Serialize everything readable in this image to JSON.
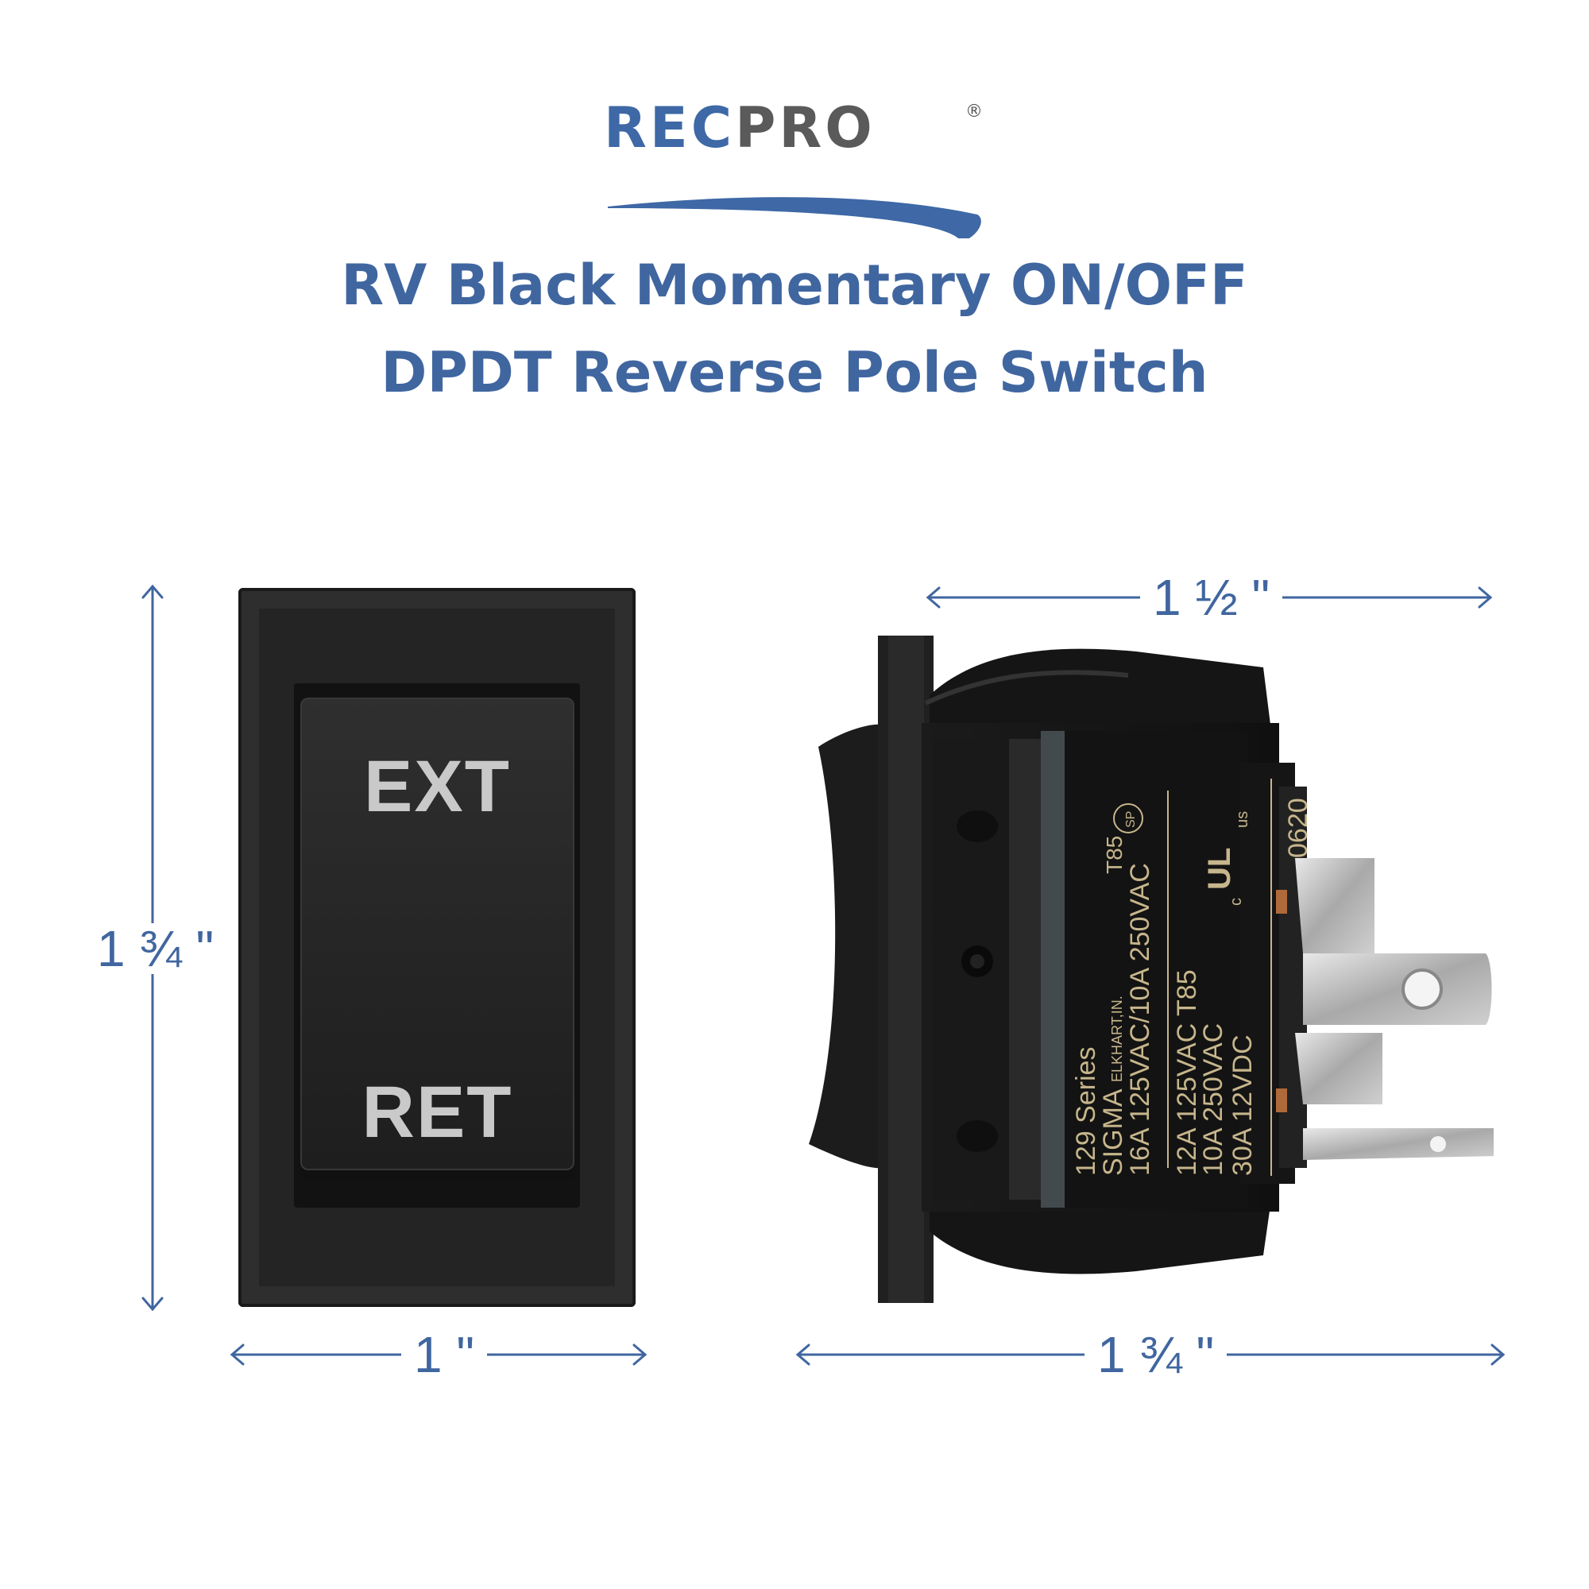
{
  "brand": {
    "rec": "REC",
    "pro": "PRO",
    "registered": "®",
    "colors": {
      "blue": "#3e68a6",
      "gray": "#5a5a5a"
    }
  },
  "title": {
    "line1": "RV Black Momentary ON/OFF",
    "line2": "DPDT Reverse Pole Switch"
  },
  "dimensions": {
    "front_height": "1 ¾ \"",
    "front_width": "1 \"",
    "side_top_width": "1 ½ \"",
    "side_bottom_width": "1 ¾ \""
  },
  "rocker": {
    "top_label": "EXT",
    "bottom_label": "RET"
  },
  "side_markings": {
    "col1": "129  Series",
    "col2": "SIGMA",
    "col2_small": "ELKHART,IN.",
    "col3": "16A  125VAC/10A  250VAC",
    "col3_t": "T85",
    "col4": "12A  125VAC  T85",
    "col5": "10A  250VAC",
    "col6": "30A  12VDC",
    "code": "0620",
    "ul_c": "c",
    "ul_us": "us",
    "ul_mark": "UL",
    "csa_mark": "SP"
  },
  "accent_color": "#4066a0"
}
